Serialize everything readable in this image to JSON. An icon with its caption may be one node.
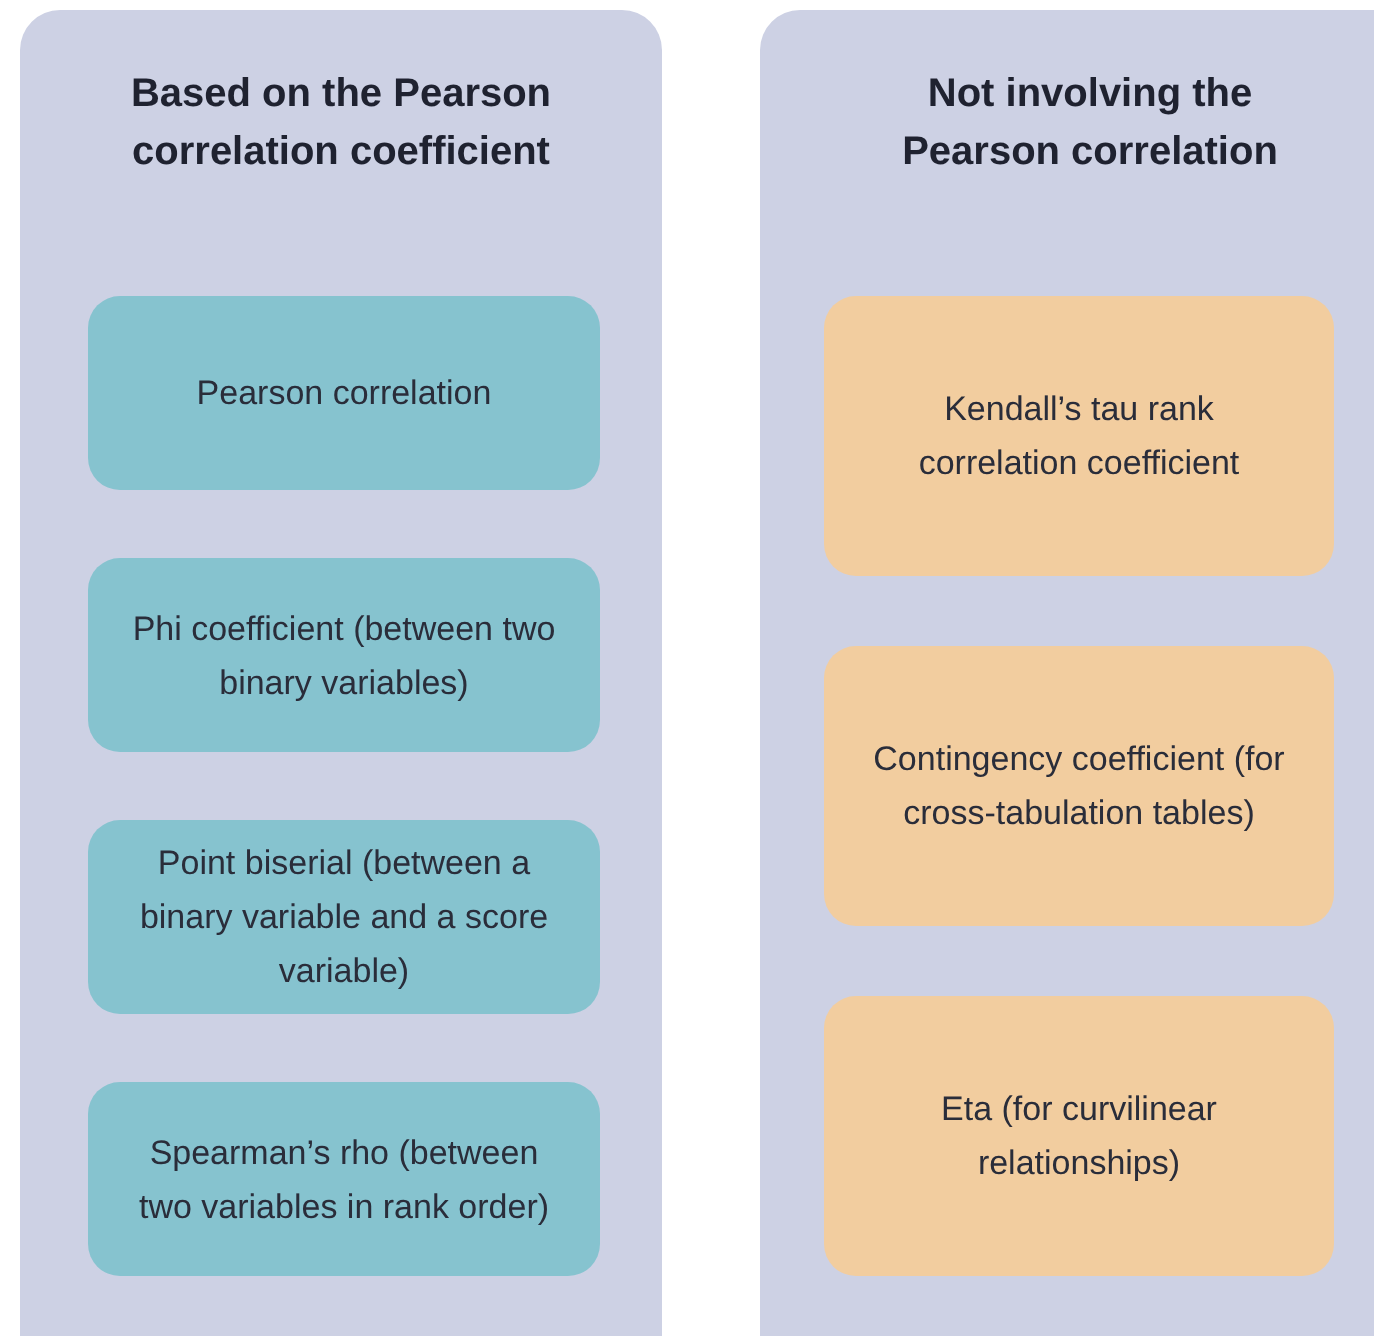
{
  "diagram": {
    "nodes": [
      {
        "text": [
          "Based on the Pearson correlation coefficient"
        ]
      },
      {
        "text": [
          "Pearson correlation"
        ],
        "in": 0
      },
      {
        "text": [
          "Phi coefficient (between two binary variables)"
        ],
        "in": 0
      },
      {
        "text": [
          "Point biserial (between a binary variable and a score variable)"
        ],
        "in": 0
      },
      {
        "text": [
          "Spearman’s rho (between two variables in rank order)"
        ],
        "in": 0
      },
      {
        "text": [
          "Not involving the Pearson correlation"
        ]
      },
      {
        "text": [
          "Kendall’s tau rank correlation coefficient"
        ],
        "in": 5
      },
      {
        "text": [
          "Contingency coefficient (for cross-tabulation tables)"
        ],
        "in": 5
      },
      {
        "text": [
          "Eta (for curvilinear relationships)"
        ],
        "in": 5
      }
    ]
  }
}
